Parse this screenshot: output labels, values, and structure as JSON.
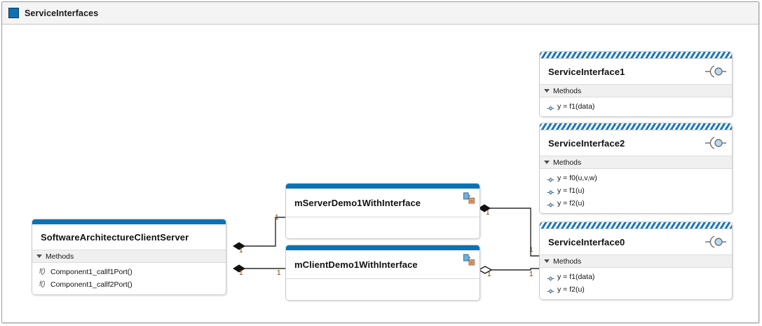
{
  "window": {
    "title": "ServiceInterfaces",
    "title_icon": "blue-square-icon"
  },
  "diagram": {
    "type": "uml-class-diagram",
    "blocks": [
      {
        "id": "software-architecture-client-server",
        "name": "SoftwareArchitectureClientServer",
        "kind": "component",
        "header_style": "solid",
        "compartment_label": "Methods",
        "members": [
          {
            "icon": "fn-icon",
            "text": "Component1_callf1Port()"
          },
          {
            "icon": "fn-icon",
            "text": "Component1_callf2Port()"
          }
        ]
      },
      {
        "id": "m-server-demo1-with-interface",
        "name": "mServerDemo1WithInterface",
        "kind": "model-reference",
        "header_style": "solid",
        "badge_icon": "model-reference-icon",
        "members": []
      },
      {
        "id": "m-client-demo1-with-interface",
        "name": "mClientDemo1WithInterface",
        "kind": "model-reference",
        "header_style": "solid",
        "badge_icon": "model-reference-icon",
        "members": []
      },
      {
        "id": "service-interface-1",
        "name": "ServiceInterface1",
        "kind": "service-interface",
        "header_style": "hatched",
        "badge_icon": "socket-interface-icon",
        "compartment_label": "Methods",
        "members": [
          {
            "icon": "operation-icon",
            "text": "y = f1(data)"
          }
        ]
      },
      {
        "id": "service-interface-2",
        "name": "ServiceInterface2",
        "kind": "service-interface",
        "header_style": "hatched",
        "badge_icon": "socket-interface-icon",
        "compartment_label": "Methods",
        "members": [
          {
            "icon": "operation-icon",
            "text": "y = f0(u,v,w)"
          },
          {
            "icon": "operation-icon",
            "text": "y = f1(u)"
          },
          {
            "icon": "operation-icon",
            "text": "y = f2(u)"
          }
        ]
      },
      {
        "id": "service-interface-0",
        "name": "ServiceInterface0",
        "kind": "service-interface",
        "header_style": "hatched",
        "badge_icon": "socket-interface-icon",
        "compartment_label": "Methods",
        "members": [
          {
            "icon": "operation-icon",
            "text": "y = f1(data)"
          },
          {
            "icon": "operation-icon",
            "text": "y = f2(u)"
          }
        ]
      }
    ],
    "connections": [
      {
        "from": "software-architecture-client-server",
        "to": "m-server-demo1-with-interface",
        "end_marker": "filled-diamond",
        "source_multiplicity": "1",
        "target_multiplicity": "1"
      },
      {
        "from": "software-architecture-client-server",
        "to": "m-client-demo1-with-interface",
        "end_marker": "filled-diamond",
        "source_multiplicity": "1",
        "target_multiplicity": "1"
      },
      {
        "from": "m-server-demo1-with-interface",
        "to": "service-interface-0",
        "end_marker": "filled-diamond",
        "source_multiplicity": "1",
        "target_multiplicity": "1"
      },
      {
        "from": "m-client-demo1-with-interface",
        "to": "service-interface-0",
        "end_marker": "hollow-diamond",
        "source_multiplicity": "1",
        "target_multiplicity": "1"
      }
    ],
    "multiplicity_labels": [
      "1",
      "1",
      "1",
      "1",
      "1",
      "1",
      "1",
      "1"
    ]
  },
  "colors": {
    "header_blue": "#0a72b5",
    "hatch_blue": "#1976bd",
    "compartment_grey": "#f0f0f0",
    "multiplicity_text": "#6b3c10",
    "edge_line": "#2b2b2b"
  }
}
